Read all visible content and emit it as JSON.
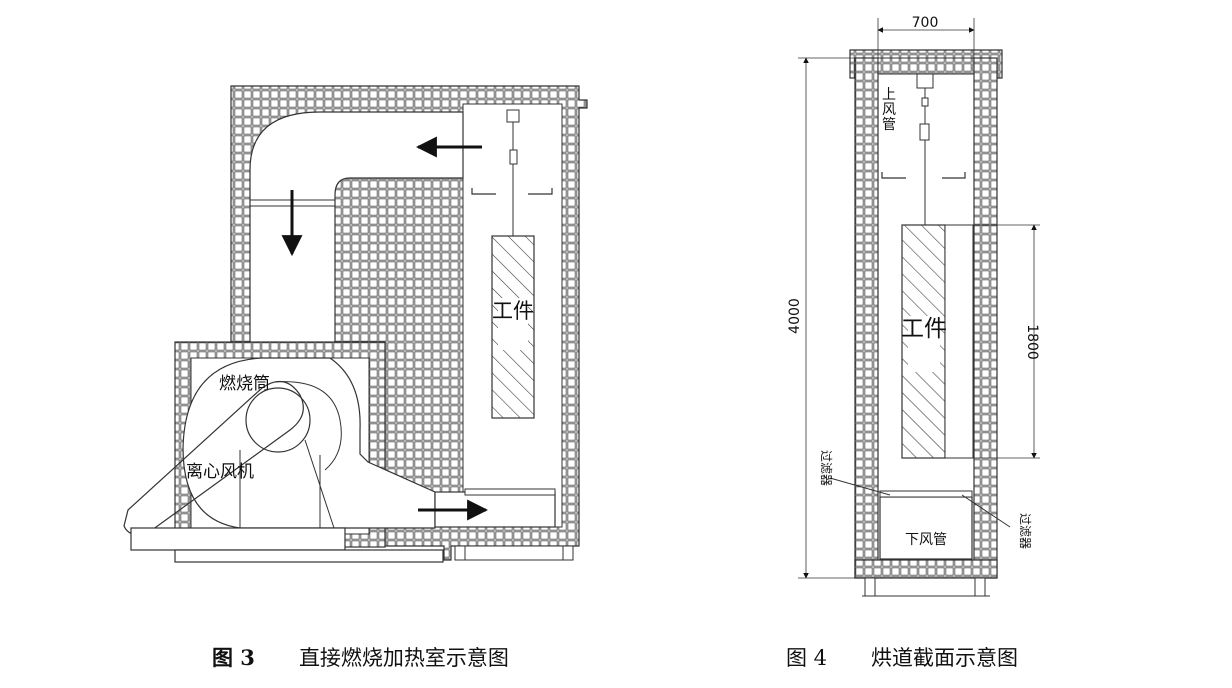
{
  "figure3": {
    "labels": {
      "combustion_tube": "燃烧筒",
      "centrifugal_fan": "离心风机",
      "workpiece": "工件"
    },
    "caption": {
      "number": "图 3",
      "title": "直接燃烧加热室示意图"
    }
  },
  "figure4": {
    "labels": {
      "upper_duct": "上风管",
      "workpiece": "工件",
      "lower_duct": "下风管",
      "filter_left": "过滤器",
      "filter_right": "过滤器"
    },
    "dimensions": {
      "width": "700",
      "height": "4000",
      "workpiece_height": "1800"
    },
    "caption": {
      "number": "图 4",
      "title": "烘道截面示意图"
    }
  },
  "colors": {
    "line": "#333333",
    "arrow": "#111111",
    "background": "#ffffff"
  }
}
